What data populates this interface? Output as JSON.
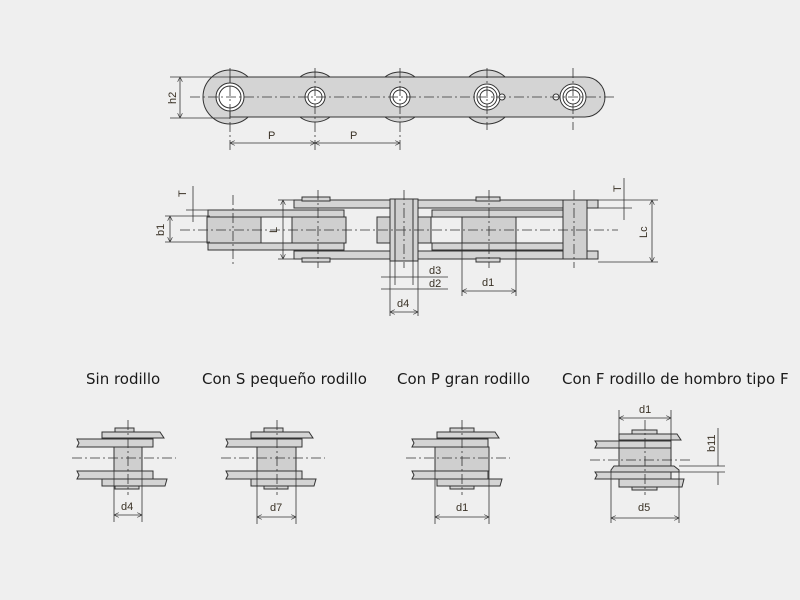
{
  "top_view": {
    "labels": {
      "h2": "h2",
      "p1": "P",
      "p2": "P"
    }
  },
  "side_view": {
    "labels": {
      "t_left": "T",
      "t_right": "T",
      "b1": "b1",
      "l": "L",
      "lc": "Lc",
      "d3": "d3",
      "d2": "d2",
      "d4": "d4",
      "d1": "d1"
    }
  },
  "variants": [
    {
      "title": "Sin rodillo",
      "dim": "d4"
    },
    {
      "title": "Con S pequeño rodillo",
      "dim": "d7"
    },
    {
      "title": "Con P gran rodillo",
      "dim": "d1"
    },
    {
      "title": "Con F rodillo de hombro tipo F",
      "dim": "d5",
      "dim_top": "d1",
      "dim_side": "b11"
    }
  ]
}
